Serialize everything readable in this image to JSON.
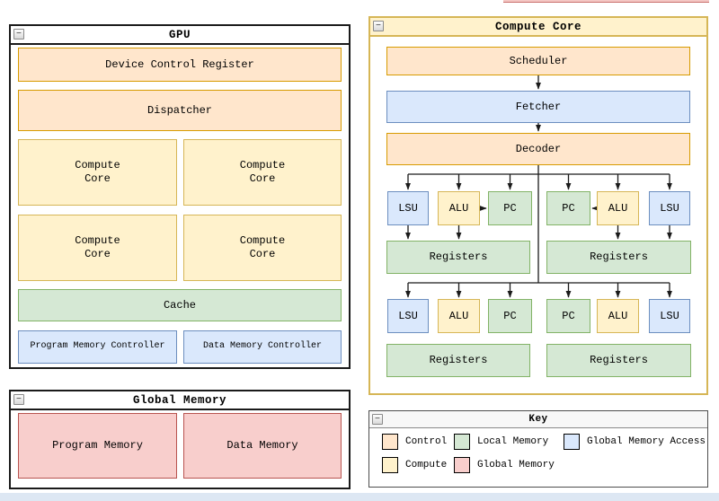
{
  "window_controls": {
    "collapse": "−"
  },
  "colors": {
    "control_fill": "#FFE6CC",
    "control_border": "#D79B00",
    "compute_fill": "#FFF2CC",
    "compute_border": "#D6B656",
    "local_memory_fill": "#D5E8D4",
    "local_memory_border": "#82B366",
    "global_memory_access_fill": "#DAE8FC",
    "global_memory_access_border": "#6C8EBF",
    "global_memory_fill": "#F8CECC",
    "global_memory_border": "#B85450",
    "panel_border": "#1A1A1A",
    "container_border_gold": "#D6B656"
  },
  "gpu_panel": {
    "title": "GPU",
    "device_control_register": "Device Control Register",
    "dispatcher": "Dispatcher",
    "compute_core": "Compute\nCore",
    "cache": "Cache",
    "program_memory_controller": "Program Memory Controller",
    "data_memory_controller": "Data Memory Controller"
  },
  "global_memory_panel": {
    "title": "Global Memory",
    "program_memory": "Program Memory",
    "data_memory": "Data Memory"
  },
  "compute_core_panel": {
    "title": "Compute Core",
    "scheduler": "Scheduler",
    "fetcher": "Fetcher",
    "decoder": "Decoder",
    "lsu": "LSU",
    "alu": "ALU",
    "pc": "PC",
    "registers": "Registers"
  },
  "key_panel": {
    "title": "Key",
    "items": [
      {
        "label": "Control",
        "type": "control"
      },
      {
        "label": "Local Memory",
        "type": "local-memory"
      },
      {
        "label": "Global Memory Access",
        "type": "global-memory-access"
      },
      {
        "label": "Compute",
        "type": "compute"
      },
      {
        "label": "Global Memory",
        "type": "global-memory"
      }
    ]
  }
}
